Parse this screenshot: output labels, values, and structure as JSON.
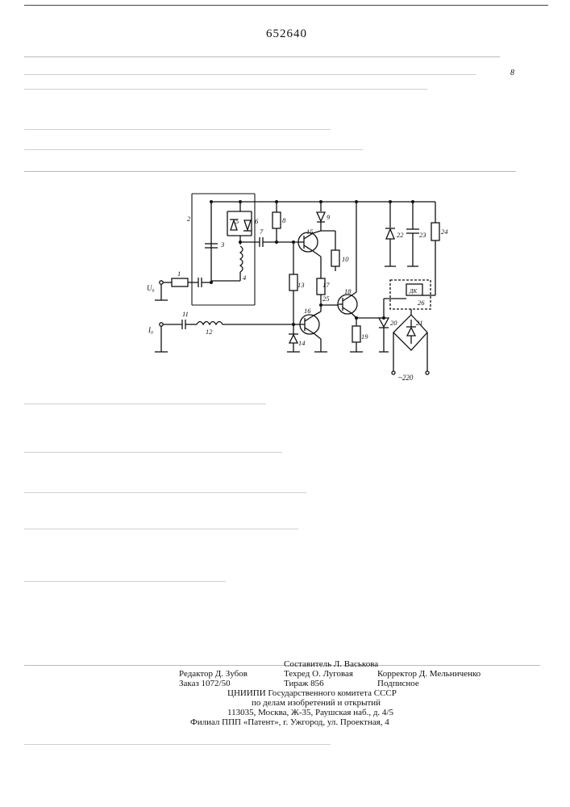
{
  "patent_number": "652640",
  "circuit": {
    "input_labels": {
      "u0": "U₀",
      "i0": "I₀"
    },
    "mains_label": "~220",
    "relay_label": "ДК",
    "component_labels": [
      "1",
      "2",
      "3",
      "4",
      "5",
      "6",
      "7",
      "8",
      "9",
      "10",
      "11",
      "12",
      "13",
      "14",
      "15",
      "16",
      "17",
      "18",
      "19",
      "20",
      "21",
      "22",
      "23",
      "24",
      "25",
      "26"
    ],
    "margin_mark": "8"
  },
  "colophon": {
    "compiler": "Составитель Л. Васькова",
    "editor": "Редактор Д. Зубов",
    "tech_editor": "Техред О. Луговая",
    "corrector": "Корректор Д. Мельниченко",
    "order": "Заказ 1072/50",
    "circulation": "Тираж 856",
    "subscription": "Подписное",
    "institute": "ЦНИИПИ Государственного комитета СССР",
    "institute_dept": "по делам изобретений и открытий",
    "address": "113035, Москва, Ж-35, Раушская наб., д. 4/5",
    "branch": "Филиал ППП «Патент», г. Ужгород, ул. Проектная, 4"
  }
}
